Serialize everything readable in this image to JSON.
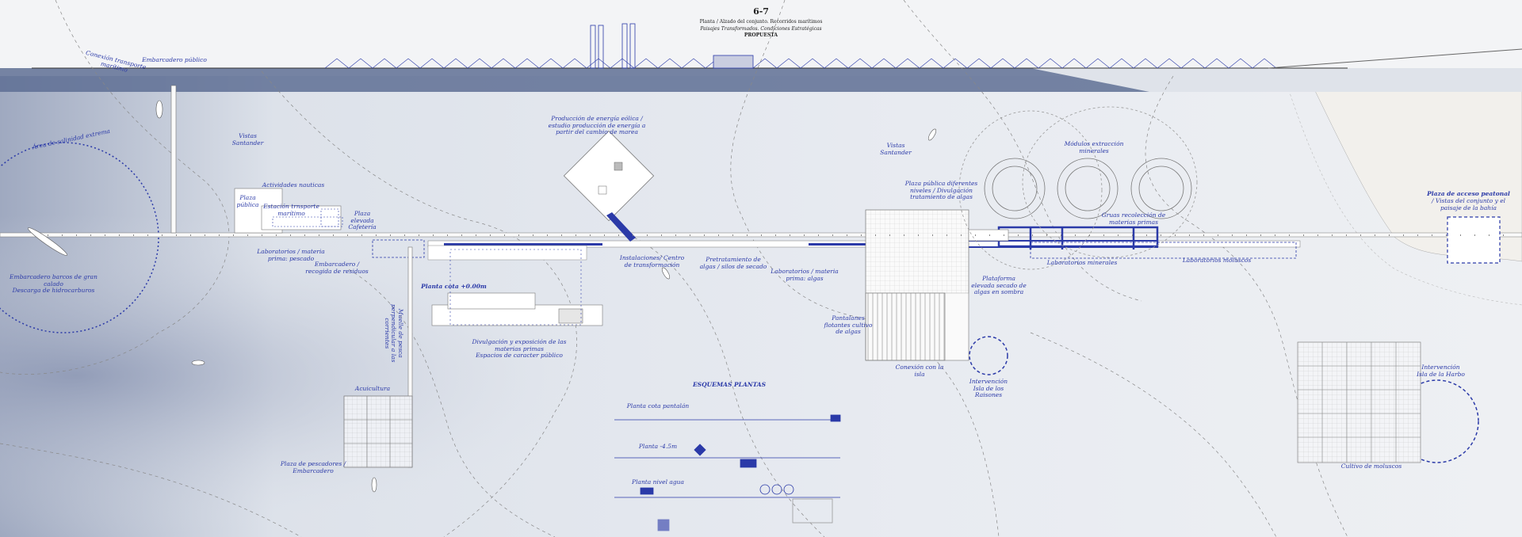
{
  "header": {
    "number": "6-7",
    "line1": "Planta / Alzado del conjunto. Recorridos marítimos",
    "line2": "Paisajes Transformados. Condiciones Estratégicas",
    "line3": "PROPUESTA"
  },
  "labels": {
    "embarcadero_publico": "Embarcadero público",
    "conexion_transporte": "Conexión transporte marítimo",
    "area_salinidad": "Área de salinidad extrema",
    "embarcadero_barcos": "Embarcadero barcos de gran calado\nDescarga de hidrocarburos",
    "vistas_santander_1": "Vistas\nSantander",
    "plaza_publica": "Plaza pública",
    "actividades_nauticas": "Actividades nauticas",
    "estacion_transporte": "Estación trnsporte\nmarítimo",
    "plaza_elevada": "Plaza elevada\nCafetería",
    "laboratorios_pescado": "Laboratorios / materia\nprima: pescado",
    "embarcadero_residuos": "Embarcadero /\nrecogida de residuos",
    "muelle_corrientes": "Muelle de pesca\nperpendicular a las\ncorrientes",
    "acuicultura": "Acuicultura",
    "plaza_pescadores": "Plaza de pescadores /\nEmbarcadero",
    "produccion_energia": "Producción de energía eólica /\nestudio producción de energía a\npartir del cambio de marea",
    "planta_cota": "Planta cota +0.00m",
    "divulgacion": "Divulgación y exposición de las\nmaterias primas\nEspacios de caracter público",
    "instalaciones": "Instalaciones/ Centro\nde transformación",
    "pretratamiento": "Pretratamiento de\nalgas / silos de secado",
    "laboratorios_algas": "Laboratorios / materia\nprima: algas",
    "esquemas_plantas": "ESQUEMAS PLANTAS",
    "planta_pantalan": "Planta cota pantalán",
    "planta_menos": "Planta -4.5m",
    "planta_nivel_agua": "Planta nivel agua",
    "vistas_santander_2": "Vistas\nSantander",
    "plaza_publica_niveles": "Plaza pública diferentes\nniveles / Divulgación\ntratamiento de algas",
    "pantalanes": "Pantalanes\nflotantes cultivo\nde algas",
    "conexion_isla": "Conexión con la\nisla",
    "plataforma_secado": "Plataforma\nelevada secado de\nalgas en sombra",
    "intervencion_raisones": "Intervención\nIsla de los\nRaisones",
    "modulos_extraccion": "Módulos extracción\nminerales",
    "gruas": "Gruas recolección de\nmaterias primas",
    "laboratorios_minerales": "Laboratorios minerales",
    "laboratorios_moluscos": "Laboratorios moluscos",
    "plaza_acceso": "Plaza de acceso peatonal",
    "plaza_acceso_sub": "/ Vistas del conjunto y el\npaisaje de la bahía",
    "intervencion_harbo": "Intervención\nIsla de la Harbo",
    "cultivo_moluscos": "Cultivo de moluscos"
  },
  "colors": {
    "accent": "#2b3aa8",
    "water_dark": "#5e6e94",
    "sea": "#e4e8ef",
    "line": "#555555"
  }
}
